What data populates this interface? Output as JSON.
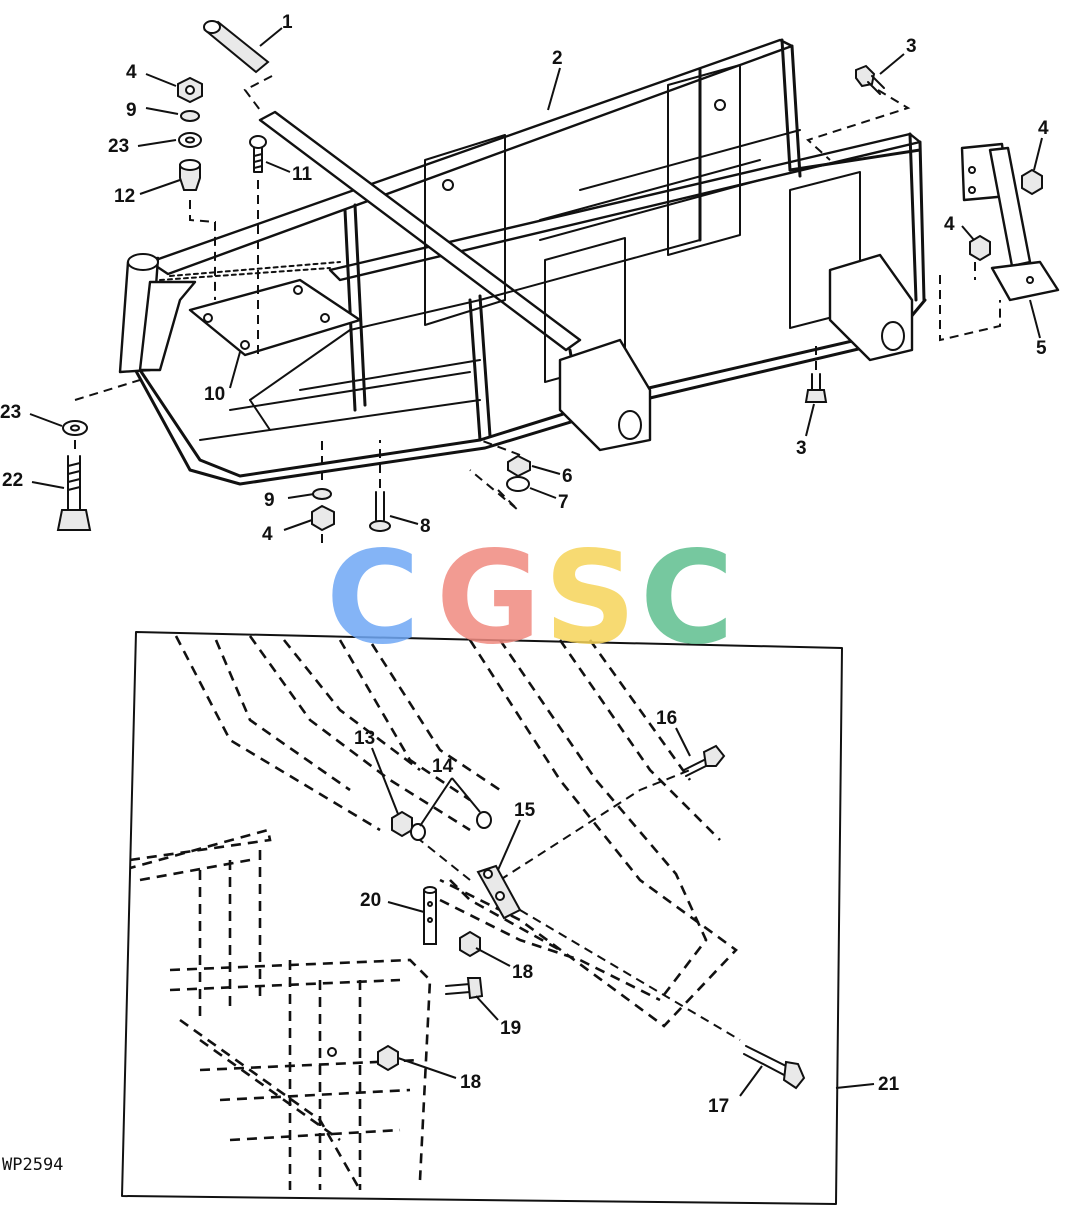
{
  "diagram": {
    "callouts": {
      "c1": "1",
      "c2": "2",
      "c3a": "3",
      "c3b": "3",
      "c4a": "4",
      "c4b": "4",
      "c4c": "4",
      "c4d": "4",
      "c5": "5",
      "c6": "6",
      "c7": "7",
      "c8": "8",
      "c9a": "9",
      "c9b": "9",
      "c10": "10",
      "c11": "11",
      "c12": "12",
      "c13": "13",
      "c14": "14",
      "c15": "15",
      "c16": "16",
      "c17": "17",
      "c18a": "18",
      "c18b": "18",
      "c19": "19",
      "c20": "20",
      "c21": "21",
      "c22": "22",
      "c23a": "23",
      "c23b": "23"
    },
    "figure_code": "WP2594"
  },
  "watermark": {
    "letters": [
      "C",
      "G",
      "S",
      "C"
    ],
    "colors": [
      "#6fa8f5",
      "#f08a80",
      "#f6d45a",
      "#5fbf8f"
    ]
  }
}
